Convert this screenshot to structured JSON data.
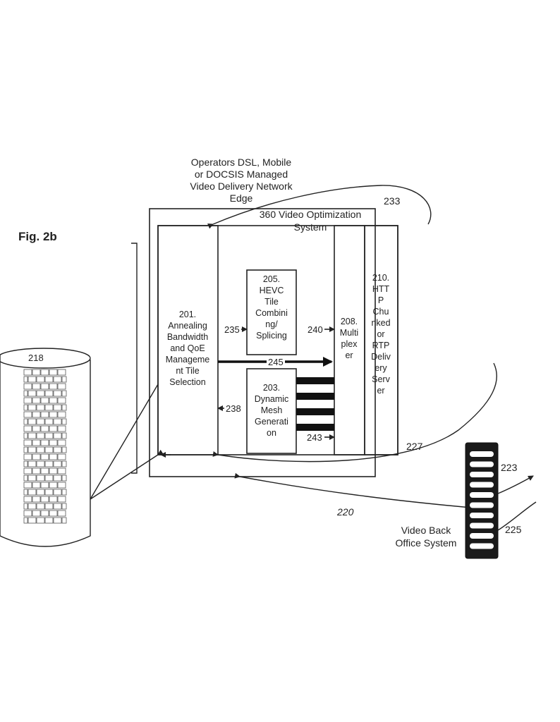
{
  "figure_label": "Fig. 2b",
  "network_edge": {
    "lines": [
      "Operators DSL, Mobile",
      "or DOCSIS Managed",
      "Video Delivery Network",
      "Edge"
    ],
    "ref": "233"
  },
  "system": {
    "lines": [
      "360 Video Optimization",
      "System"
    ],
    "ref": "227"
  },
  "block_201": {
    "lines": [
      "201.",
      "Annealing",
      "Bandwidth",
      "and QoE",
      "Manageme",
      "nt  Tile",
      "Selection"
    ]
  },
  "block_205": {
    "lines": [
      "205.",
      "HEVC",
      "Tile",
      "Combini",
      "ng/",
      "Splicing"
    ]
  },
  "block_203": {
    "lines": [
      "203.",
      "Dynamic",
      "Mesh",
      "Generati",
      "on"
    ]
  },
  "block_208": {
    "lines": [
      "208.",
      "Multi",
      "plex",
      "er"
    ]
  },
  "block_210": {
    "lines": [
      "210.",
      "HTT",
      "P",
      "Chu",
      "nked",
      "or",
      "RTP",
      "Deliv",
      "ery",
      "Serv",
      "er"
    ]
  },
  "arrows": {
    "a235": "235",
    "a240": "240",
    "a245": "245",
    "a238": "238",
    "a243": "243",
    "a220": "220",
    "a223": "223",
    "a225": "225"
  },
  "storage": {
    "ref": "218"
  },
  "back_office": {
    "lines": [
      "Video Back",
      "Office System"
    ]
  }
}
